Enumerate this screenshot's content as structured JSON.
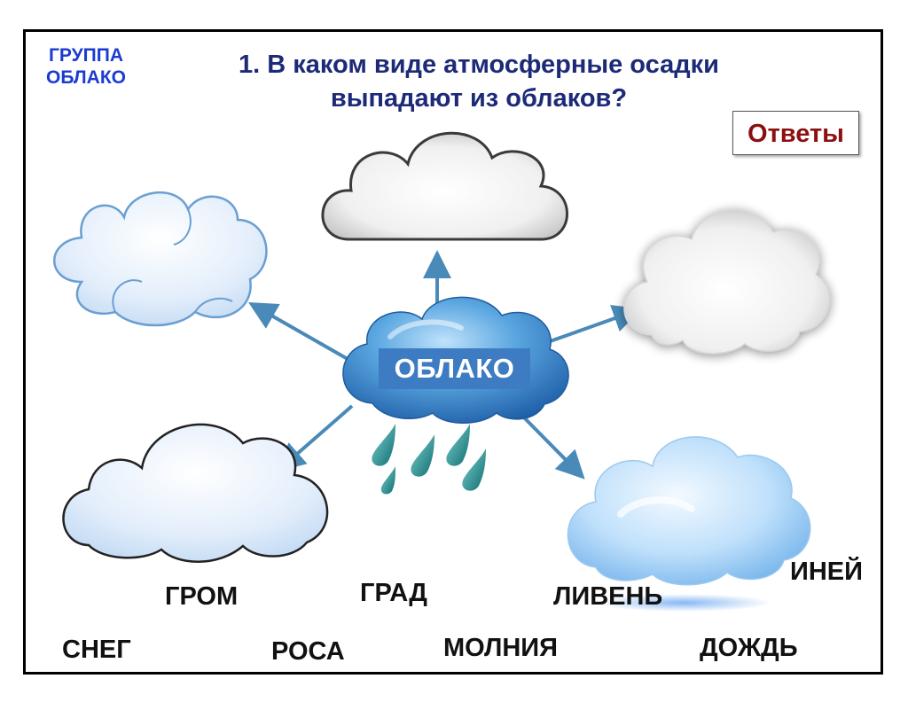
{
  "group_label": [
    "ГРУППА",
    "ОБЛАКО"
  ],
  "question": [
    "1. В каком виде атмосферные осадки",
    "выпадают из облаков?"
  ],
  "answers_button": "Ответы",
  "center": {
    "label": "ОБЛАКО"
  },
  "words": [
    "ГРОМ",
    "ГРАД",
    "ЛИВЕНЬ",
    "ИНЕЙ",
    "СНЕГ",
    "РОСА",
    "МОЛНИЯ",
    "ДОЖДЬ"
  ],
  "colors": {
    "frame": "#000000",
    "group_label": "#1b3bd1",
    "question": "#1c2a78",
    "answers_text": "#8b1010",
    "arrow": "#4a8ab8",
    "center_cloud": "#3f82c6",
    "raindrop": "#1f8a8a"
  },
  "icons": [
    "cloud-icon",
    "raindrop-icon",
    "arrow-icon"
  ]
}
